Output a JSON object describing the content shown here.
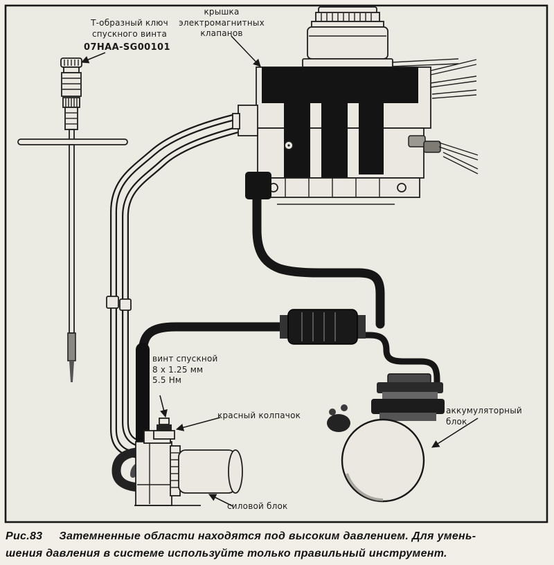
{
  "colors": {
    "paper": "#ecebe3",
    "ink": "#1a1a1a"
  },
  "labels": {
    "tool": "Т-образный ключ\nспускного винта",
    "tool_part": "07HAA-SG00101",
    "valve_cover": "крышка\nэлектромагнитных\nклапанов",
    "drain_screw": "винт спускной\n8 х 1.25 мм\n5.5 Нм",
    "red_cap": "красный колпачок",
    "accumulator": "аккумуляторный блок",
    "power_unit": "силовой блок"
  },
  "caption": {
    "figure_number": "Рис.83",
    "line1": "Затемненные области находятся под высоким давлением. Для умень-",
    "line2": "шения давления в системе используйте только правильный инструмент."
  }
}
